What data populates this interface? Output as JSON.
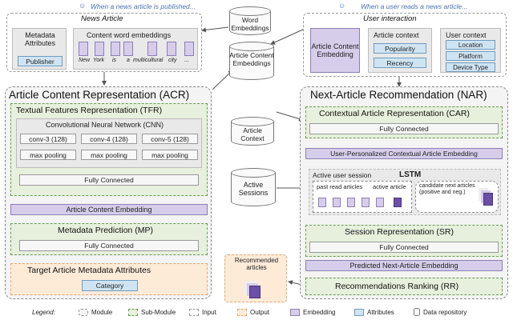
{
  "banners": {
    "left": "When a news article is published...",
    "right": "When a user reads a news article..."
  },
  "news_article": {
    "title": "News Article",
    "metadata": {
      "title": "Metadata Attributes",
      "publisher": "Publisher"
    },
    "content_embeddings": {
      "title": "Content word embeddings",
      "words": [
        "New",
        "York",
        "is",
        "a",
        "multicultural",
        "city",
        "..."
      ]
    }
  },
  "repositories": {
    "word_embeddings": "Word Embeddings",
    "article_content_embeddings": "Article Content Embeddings",
    "article_context": "Article Context",
    "active_sessions": "Active Sessions"
  },
  "acr": {
    "title": "Article Content Representation (ACR)",
    "tfr": {
      "title": "Textual Features Representation (TFR)",
      "cnn": "Convolutional Neural Network (CNN)",
      "convs": [
        "conv-3 (128)",
        "conv-4 (128)",
        "conv-5 (128)"
      ],
      "pool": "max pooling",
      "fc": "Fully Connected"
    },
    "embedding": "Article Content Embedding",
    "mp": {
      "title": "Metadata Prediction (MP)",
      "fc": "Fully Connected"
    },
    "target": {
      "title": "Target Article Metadata Attributes",
      "category": "Category"
    }
  },
  "user_interaction": {
    "title": "User interaction",
    "article_content_embedding": "Article Content Embedding",
    "article_context": {
      "title": "Article context",
      "items": [
        "Popularity",
        "Recency"
      ]
    },
    "user_context": {
      "title": "User context",
      "items": [
        "Location",
        "Platform",
        "Device Type"
      ]
    }
  },
  "nar": {
    "title": "Next-Article Recommendation (NAR)",
    "car": {
      "title": "Contextual Article Representation (CAR)",
      "fc": "Fully Connected"
    },
    "user_embedding": "User-Personalized Contextual Article Embedding",
    "session": {
      "title": "Active user session",
      "lstm": "LSTM",
      "past": "past read articles",
      "active": "active article",
      "candidates": "candidate next articles (positive and neg.)"
    },
    "sr": {
      "title": "Session Representation (SR)",
      "fc": "Fully Connected"
    },
    "predicted": "Predicted Next-Article Embedding",
    "ranking": "Recommendations Ranking (RR)"
  },
  "recommended": "Recommended articles",
  "legend": {
    "title": "Legend:",
    "items": [
      "Module",
      "Sub-Module",
      "Input",
      "Output",
      "Embedding",
      "Attributes",
      "Data repository"
    ]
  }
}
